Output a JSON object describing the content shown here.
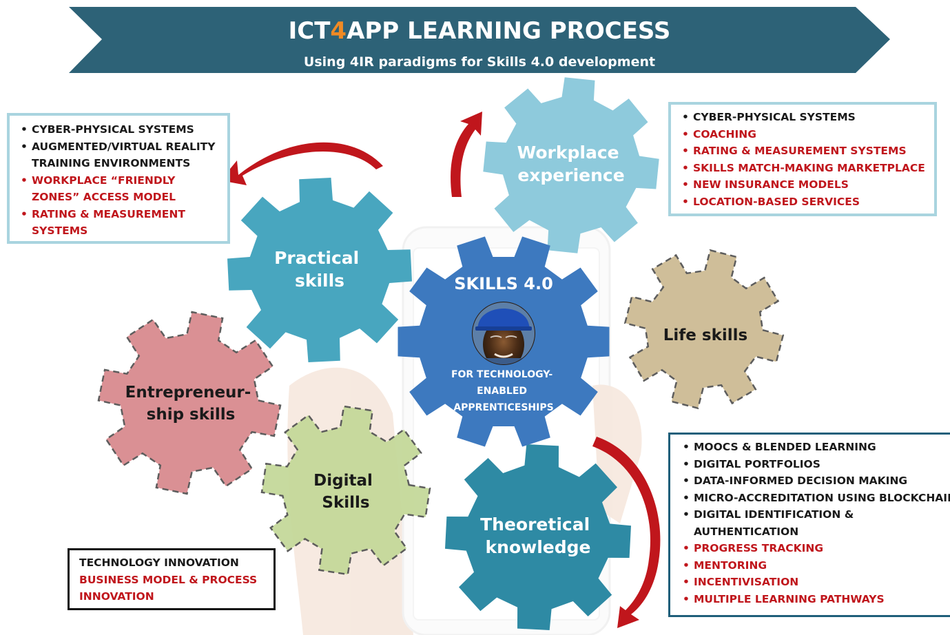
{
  "banner": {
    "title_part1": "ICT",
    "title_num": "4",
    "title_part2": "APP LEARNING PROCESS",
    "subtitle": "Using 4IR paradigms for Skills 4.0 development",
    "color": "#2d6277"
  },
  "center": {
    "title": "SKILLS 4.0",
    "subtitle_lines": [
      "FOR TECHNOLOGY-",
      "ENABLED",
      "APPRENTICESHIPS"
    ],
    "color": "#3d79bf",
    "photo": "apprentice-photo"
  },
  "gears": {
    "workplace": {
      "lines": [
        "Workplace",
        "experience"
      ],
      "color": "#8ecadc"
    },
    "practical": {
      "lines": [
        "Practical",
        "skills"
      ],
      "color": "#48a6bf"
    },
    "life": {
      "lines": [
        "Life skills"
      ],
      "color": "#cdbb94"
    },
    "entrepreneurship": {
      "lines": [
        "Entrepreneur-",
        "ship skills"
      ],
      "color": "#d98b8f"
    },
    "digital": {
      "lines": [
        "Digital",
        "Skills"
      ],
      "color": "#c5d99a"
    },
    "theoretical": {
      "lines": [
        "Theoretical",
        "knowledge"
      ],
      "color": "#2e8aa4"
    }
  },
  "boxes": {
    "practical": [
      {
        "text": "CYBER-PHYSICAL SYSTEMS",
        "red": false
      },
      {
        "text": "AUGMENTED/VIRTUAL REALITY TRAINING ENVIRONMENTS",
        "red": false
      },
      {
        "text": "WORKPLACE “FRIENDLY ZONES” ACCESS MODEL",
        "red": true
      },
      {
        "text": "RATING & MEASUREMENT SYSTEMS",
        "red": true
      }
    ],
    "workplace": [
      {
        "text": "CYBER-PHYSICAL SYSTEMS",
        "red": false
      },
      {
        "text": "COACHING",
        "red": true
      },
      {
        "text": "RATING & MEASUREMENT SYSTEMS",
        "red": true
      },
      {
        "text": "SKILLS MATCH-MAKING MARKETPLACE",
        "red": true
      },
      {
        "text": "NEW INSURANCE MODELS",
        "red": true
      },
      {
        "text": "LOCATION-BASED SERVICES",
        "red": true
      }
    ],
    "theory": [
      {
        "text": "MOOCS & BLENDED LEARNING",
        "red": false
      },
      {
        "text": "DIGITAL PORTFOLIOS",
        "red": false
      },
      {
        "text": "DATA-INFORMED DECISION MAKING",
        "red": false
      },
      {
        "text": "MICRO-ACCREDITATION USING BLOCKCHAIN",
        "red": false
      },
      {
        "text": "DIGITAL  IDENTIFICATION & AUTHENTICATION",
        "red": false
      },
      {
        "text": "PROGRESS TRACKING",
        "red": true
      },
      {
        "text": "MENTORING",
        "red": true
      },
      {
        "text": "INCENTIVISATION",
        "red": true
      },
      {
        "text": "MULTIPLE LEARNING PATHWAYS",
        "red": true
      }
    ],
    "innovation": [
      {
        "text": "TECHNOLOGY INNOVATION",
        "red": false
      },
      {
        "text": "BUSINESS MODEL & PROCESS INNOVATION",
        "red": true
      }
    ]
  },
  "colors": {
    "arrow": "#c0161c",
    "text_red": "#c0161c",
    "box_border_light": "#a9d4df",
    "box_border_dark": "#1f5f7a"
  }
}
